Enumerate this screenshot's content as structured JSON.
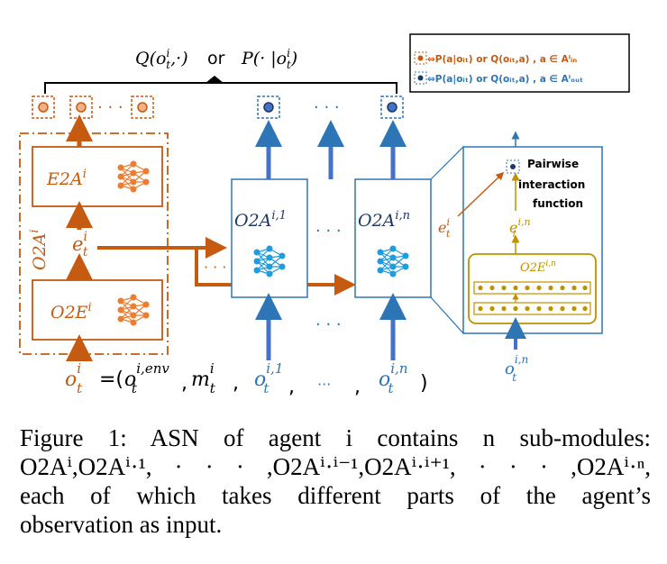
{
  "diagram": {
    "top_expression": {
      "left": "Q(oᵢₜ,·)",
      "connector": "or",
      "right": "P(· |oᵢₜ)"
    },
    "legend": {
      "row_in": "⇔P(a|oᵢₜ) or Q(oᵢₜ,a) , a ∈ Aⁱᵢₙ",
      "row_out": "⇔P(a|oᵢₜ) or Q(oᵢₜ,a) , a ∈ Aⁱₒᵤₜ"
    },
    "ellipsis": "· · ·",
    "labels": {
      "o2a_outer": "O2A",
      "o2a_outer_sup": "i",
      "e2a": "E2A",
      "e2a_sup": "i",
      "o2e": "O2E",
      "o2e_sup": "i",
      "embedding": "e",
      "embedding_sup": "i",
      "embedding_sub": "t",
      "o2a_1": "O2A",
      "o2a_1_sup": "i,1",
      "o2a_n": "O2A",
      "o2a_n_sup": "i,n",
      "pairwise": [
        "Pairwise",
        "interaction",
        "function"
      ],
      "zoom_e": "e",
      "zoom_e_sup": "i",
      "zoom_e_sub": "t",
      "zoom_en": "e",
      "zoom_en_sup": "i,n",
      "zoom_en_sub": "t",
      "zoom_o2e": "O2E",
      "zoom_o2e_sup": "i,n",
      "zoom_input": "o",
      "zoom_input_sup": "i,n",
      "zoom_input_sub": "t"
    },
    "bottom_inputs": {
      "o": "o",
      "o_sup": "i",
      "o_sub": "t",
      "equals": "=(",
      "env": "o",
      "env_sup": "i,env",
      "env_sub": "t",
      "comma1": ",",
      "m": "m",
      "m_sup": "i",
      "m_sub": "t",
      "comma2": ",",
      "o1": "o",
      "o1_sup": "i,1",
      "o1_sub": "t",
      "comma3": ",",
      "dots": "···",
      "comma4": ",",
      "on": "o",
      "on_sup": "i,n",
      "on_sub": "t",
      "close": ")"
    }
  },
  "caption": {
    "line1": "Figure 1:  ASN of agent i contains n sub-modules:",
    "line2": "O2Aⁱ,O2Aⁱ·¹, · · · ,O2Aⁱ·ⁱ⁻¹,O2Aⁱ·ⁱ⁺¹, · · · ,O2Aⁱ·ⁿ,",
    "line3": "each of which takes different parts of the agent’s",
    "line4": "observation as input."
  },
  "colors": {
    "orange": "#c55a11",
    "blue": "#2e75b6",
    "gold": "#bf9000",
    "black": "#000000"
  },
  "icons": [
    "neural-network-icon",
    "up-arrow-icon",
    "right-arrow-icon"
  ]
}
